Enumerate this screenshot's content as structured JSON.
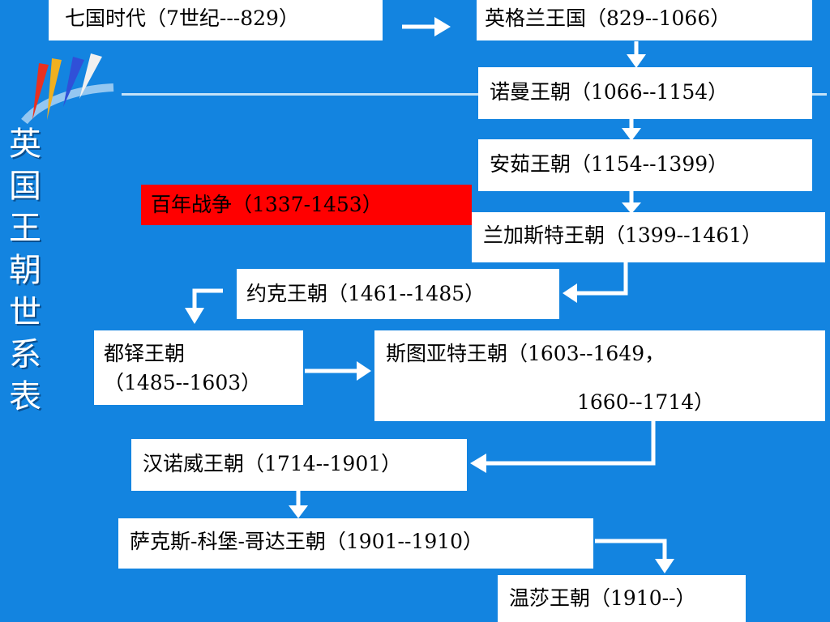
{
  "title_chars": [
    "英",
    "国",
    "王",
    "朝",
    "世",
    "系",
    "表"
  ],
  "nodes": {
    "seven_kingdoms": "七国时代（7世纪---829）",
    "england": "英格兰王国（829--1066）",
    "norman": "诺曼王朝（1066--1154）",
    "anjou": "安茹王朝（1154--1399）",
    "hundred_years_war": "百年战争（1337-1453）",
    "lancaster": "兰加斯特王朝（1399--1461）",
    "york": "约克王朝（1461--1485）",
    "tudor_line1": "都铎王朝",
    "tudor_line2": "（1485--1603）",
    "stuart_line1": "斯图亚特王朝（1603--1649，",
    "stuart_line2": "1660--1714）",
    "hanover": "汉诺威王朝（1714--1901）",
    "saxe_coburg": "萨克斯-科堡-哥达王朝（1901--1910）",
    "windsor": "温莎王朝（1910--）"
  },
  "colors": {
    "background": "#1384e0",
    "box": "#ffffff",
    "highlight": "#ff0000",
    "arrow": "#ffffff"
  }
}
